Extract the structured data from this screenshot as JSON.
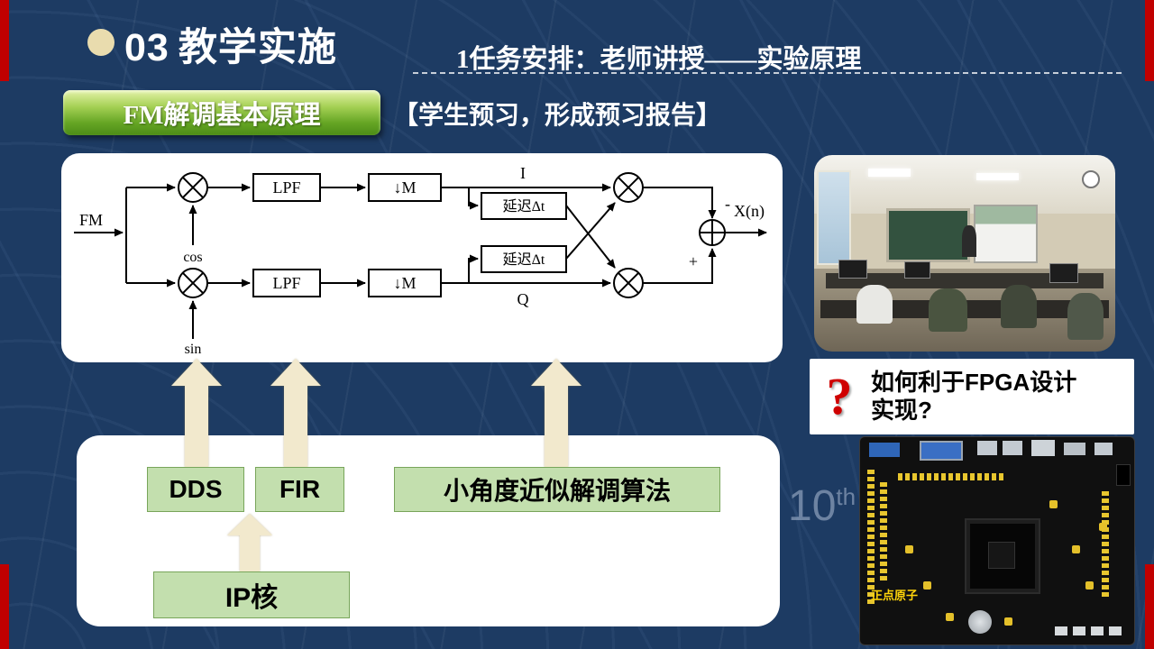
{
  "header": {
    "section_number": "03",
    "title": "教学实施",
    "subtitle": "1任务安排：老师讲授——实验原理"
  },
  "banner": {
    "label": "FM解调基本原理",
    "note": "【学生预习，形成预习报告】"
  },
  "diagram": {
    "input": "FM",
    "cos": "cos",
    "sin": "sin",
    "lpf_top": "LPF",
    "lpf_bottom": "LPF",
    "decim_top": "↓M",
    "decim_bottom": "↓M",
    "i_label": "I",
    "q_label": "Q",
    "delay_top": "延迟Δt",
    "delay_bottom": "延迟Δt",
    "minus": "-",
    "plus": "+",
    "output": "X(n)"
  },
  "modules": {
    "dds": "DDS",
    "fir": "FIR",
    "algorithm": "小角度近似解调算法",
    "ip_core": "IP核"
  },
  "question": {
    "mark": "?",
    "line1": "如何利于FPGA设计",
    "line2": "实现?"
  },
  "watermark": {
    "number": "10",
    "suffix": "th"
  },
  "board": {
    "brand": "正点原子"
  },
  "colors": {
    "background": "#1d3b63",
    "accent_red": "#c00000",
    "banner_green": "#66a625",
    "module_green": "#c3dfae",
    "arrow_cream": "#f2e9cd"
  }
}
